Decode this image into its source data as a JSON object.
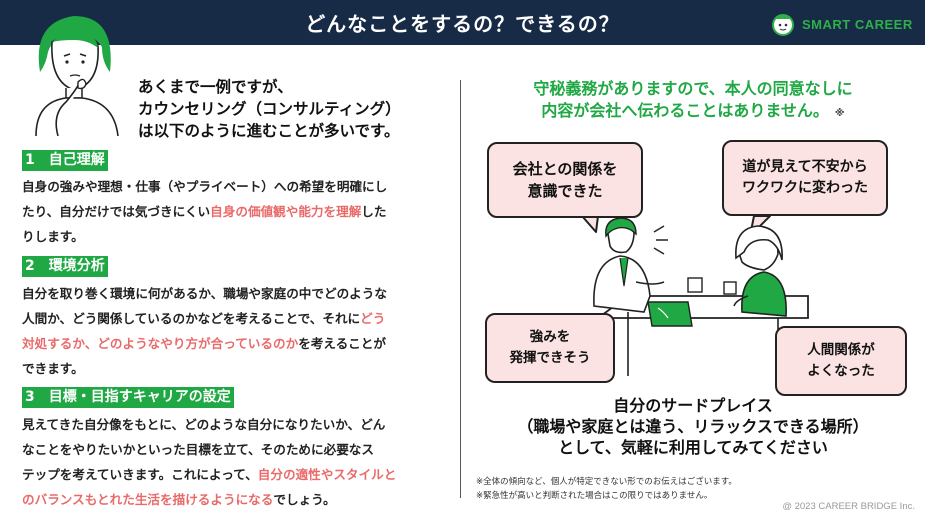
{
  "header": {
    "title": "どんなことをするの？できるの？",
    "logo_text": "SMART CAREER",
    "bg_color": "#182b46",
    "logo_color": "#2db04a"
  },
  "intro": {
    "line1": "あくまで一例ですが、",
    "line2": "カウンセリング（コンサルティング）",
    "line3": "は以下のように進むことが多いです。"
  },
  "sections": [
    {
      "heading": "1　自己理解",
      "p1": "自身の強みや理想・仕事（やプライベート）への希望を明確にし",
      "p2": "たり、自分だけでは気づきにくい",
      "h1": "自身の価値観や能力を理解",
      "p3": "した",
      "p4": "りします。"
    },
    {
      "heading": "2　環境分析",
      "p1": "自分を取り巻く環境に何があるか、職場や家庭の中でどのような",
      "p2": "人間か、どう関係しているのかなどを考えることで、それに",
      "h1": "どう",
      "h2": "対処するか、どのようなやり方が合っているのか",
      "p3": "を考えることが",
      "p4": "できます。"
    },
    {
      "heading": "3　目標・目指すキャリアの設定",
      "p1": "見えてきた自分像をもとに、どのような自分になりたいか、どん",
      "p2": "なことをやりたいかといった目標を立て、そのために必要なス",
      "p3": "テップを考えていきます。これによって、",
      "h1": "自分の適性やスタイルと",
      "h2": "のバランスもとれた生活を描けるようになる",
      "p4": "でしょう。"
    }
  ],
  "notice": {
    "line1": "守秘義務がありますので、本人の同意なしに",
    "line2": "内容が会社へ伝わることはありません。",
    "mark": "※"
  },
  "bubbles": {
    "b1": [
      "会社との関係を",
      "意識できた"
    ],
    "b2": [
      "道が見えて不安から",
      "ワクワクに変わった"
    ],
    "b3": [
      "強みを",
      "発揮できそう"
    ],
    "b4": [
      "人間関係が",
      "よくなった"
    ]
  },
  "place": {
    "line1": "自分のサードプレイス",
    "line2": "（職場や家庭とは違う、リラックスできる場所）",
    "line3": "として、気軽に利用してみてください"
  },
  "footnotes": {
    "n1": "※全体の傾向など、個人が特定できない形でのお伝えはございます。",
    "n2": "※緊急性が高いと判断された場合はこの限りではありません。"
  },
  "copyright": "@ 2023 CAREER BRIDGE Inc.",
  "colors": {
    "accent_green": "#1fa844",
    "highlight_pink": "#ea6a6a",
    "bubble_fill": "#fbe3e3"
  }
}
